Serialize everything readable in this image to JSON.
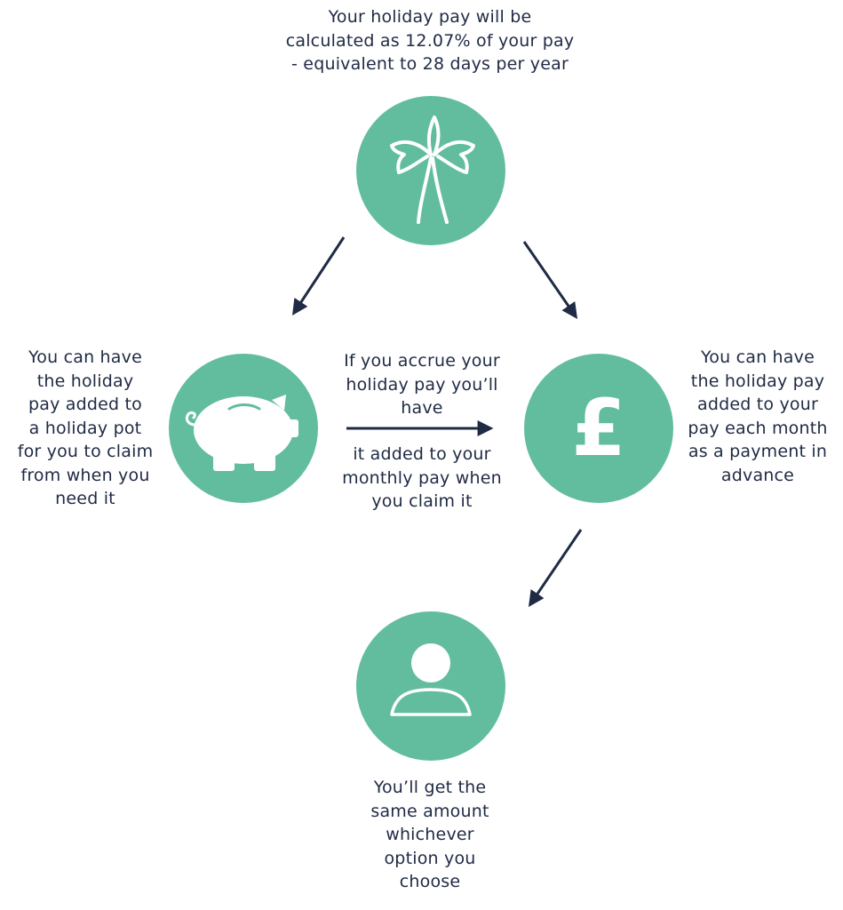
{
  "colors": {
    "circle_fill": "#62bd9f",
    "arrow": "#1f2a44",
    "text": "#1f2a44",
    "icon": "#ffffff"
  },
  "top_text": "Your holiday pay will be\ncalculated as 12.07% of your pay\n- equivalent to 28 days per year",
  "left_text": "You can have\nthe holiday\npay added to\na holiday pot\nfor you to claim\nfrom when you\nneed it",
  "middle_text_above": "If you accrue your\nholiday pay you’ll\nhave",
  "middle_text_below": "it added to your\nmonthly pay when\nyou claim it",
  "right_text": "You can have\nthe holiday pay\nadded to your\npay each month\nas a payment in\nadvance",
  "bottom_text": "You’ll get the\nsame amount\nwhichever\noption you\nchoose",
  "icons": {
    "top": "palm-tree-icon",
    "left": "piggy-bank-icon",
    "right": "pound-sign-icon",
    "bottom": "person-icon"
  },
  "pound_symbol": "£"
}
